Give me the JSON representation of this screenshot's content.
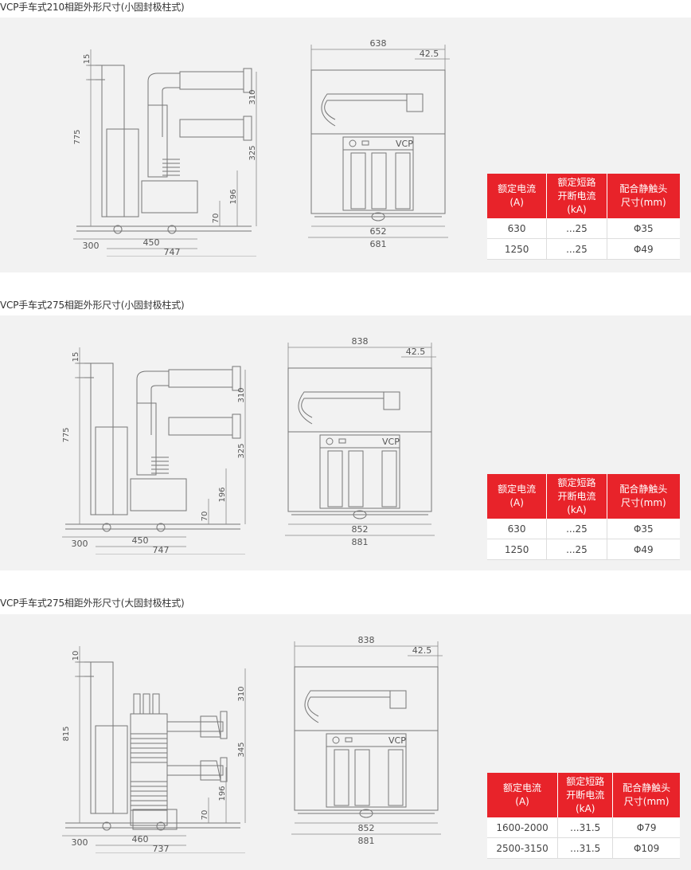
{
  "sections": [
    {
      "title": "VCP手车式210相距外形尺寸(小固封极柱式)",
      "side": {
        "top": "15",
        "height": "775",
        "upper": "310",
        "lower": "325",
        "c1": "196",
        "c2": "70",
        "b1": "300",
        "b2": "450",
        "b3": "747"
      },
      "front": {
        "width": "638",
        "offset": "42.5",
        "inner": "652",
        "outer": "681",
        "label": "VCP"
      },
      "table": {
        "headers": [
          [
            "额定电流",
            "(A)"
          ],
          [
            "额定短路",
            "开断电流",
            "(kA)"
          ],
          [
            "配合静触头",
            "尺寸(mm)"
          ]
        ],
        "rows": [
          [
            "630",
            "...25",
            "Φ35"
          ],
          [
            "1250",
            "...25",
            "Φ49"
          ]
        ]
      }
    },
    {
      "title": "VCP手车式275相距外形尺寸(小固封极柱式)",
      "side": {
        "top": "15",
        "height": "775",
        "upper": "310",
        "lower": "325",
        "c1": "196",
        "c2": "70",
        "b1": "300",
        "b2": "450",
        "b3": "747"
      },
      "front": {
        "width": "838",
        "offset": "42.5",
        "inner": "852",
        "outer": "881",
        "label": "VCP"
      },
      "table": {
        "headers": [
          [
            "额定电流",
            "(A)"
          ],
          [
            "额定短路",
            "开断电流",
            "(kA)"
          ],
          [
            "配合静触头",
            "尺寸(mm)"
          ]
        ],
        "rows": [
          [
            "630",
            "...25",
            "Φ35"
          ],
          [
            "1250",
            "...25",
            "Φ49"
          ]
        ]
      }
    },
    {
      "title": "VCP手车式275相距外形尺寸(大固封极柱式)",
      "side": {
        "top": "10",
        "height": "815",
        "upper": "310",
        "lower": "345",
        "c1": "196",
        "c2": "70",
        "b1": "300",
        "b2": "460",
        "b3": "737"
      },
      "front": {
        "width": "838",
        "offset": "42.5",
        "inner": "852",
        "outer": "881",
        "label": "VCP"
      },
      "table": {
        "headers": [
          [
            "额定电流",
            "(A)"
          ],
          [
            "额定短路",
            "开断电流",
            "(kA)"
          ],
          [
            "配合静触头",
            "尺寸(mm)"
          ]
        ],
        "rows": [
          [
            "1600-2000",
            "...31.5",
            "Φ79"
          ],
          [
            "2500-3150",
            "...31.5",
            "Φ109"
          ]
        ]
      }
    }
  ]
}
